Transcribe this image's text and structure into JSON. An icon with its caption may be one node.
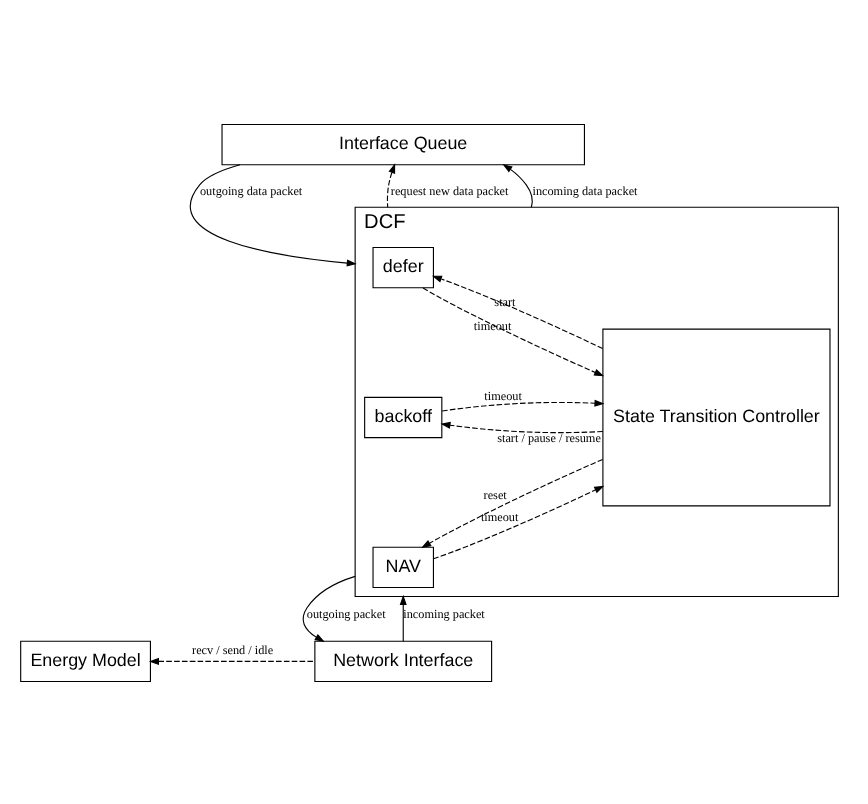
{
  "diagram": {
    "nodes": [
      {
        "text": [
          "Interface Queue"
        ]
      },
      {
        "text": [
          "DCF"
        ]
      },
      {
        "text": [
          "defer"
        ],
        "in": 1
      },
      {
        "text": [
          "backoff"
        ],
        "in": 1
      },
      {
        "text": [
          "NAV"
        ],
        "in": 1
      },
      {
        "text": [
          "State Transition Controller"
        ],
        "in": 1
      },
      {
        "text": [
          "Energy Model"
        ]
      },
      {
        "text": [
          "Network Interface"
        ]
      }
    ],
    "edges": [
      {
        "from": 0,
        "to": 1,
        "arrow": "to",
        "label": "outgoing data packet"
      },
      {
        "from": 1,
        "to": 0,
        "arrow": "to",
        "label": "request new data packet",
        "style": "dashed"
      },
      {
        "from": 1,
        "to": 0,
        "arrow": "to",
        "label": "incoming data packet"
      },
      {
        "from": 5,
        "to": 2,
        "arrow": "to",
        "label": "start",
        "style": "dashed"
      },
      {
        "from": 2,
        "to": 5,
        "arrow": "to",
        "label": "timeout",
        "style": "dashed"
      },
      {
        "from": 5,
        "to": 3,
        "arrow": "to",
        "label": "start / pause / resume",
        "style": "dashed"
      },
      {
        "from": 3,
        "to": 5,
        "arrow": "to",
        "label": "timeout",
        "style": "dashed"
      },
      {
        "from": 5,
        "to": 4,
        "arrow": "to",
        "label": "reset",
        "style": "dashed"
      },
      {
        "from": 4,
        "to": 5,
        "arrow": "to",
        "label": "timeout",
        "style": "dashed"
      },
      {
        "from": 1,
        "to": 7,
        "arrow": "to",
        "label": "outgoing packet"
      },
      {
        "from": 7,
        "to": 1,
        "arrow": "to",
        "label": "incoming packet"
      },
      {
        "from": 7,
        "to": 6,
        "arrow": "to",
        "label": "recv / send / idle",
        "style": "dashed"
      }
    ]
  }
}
